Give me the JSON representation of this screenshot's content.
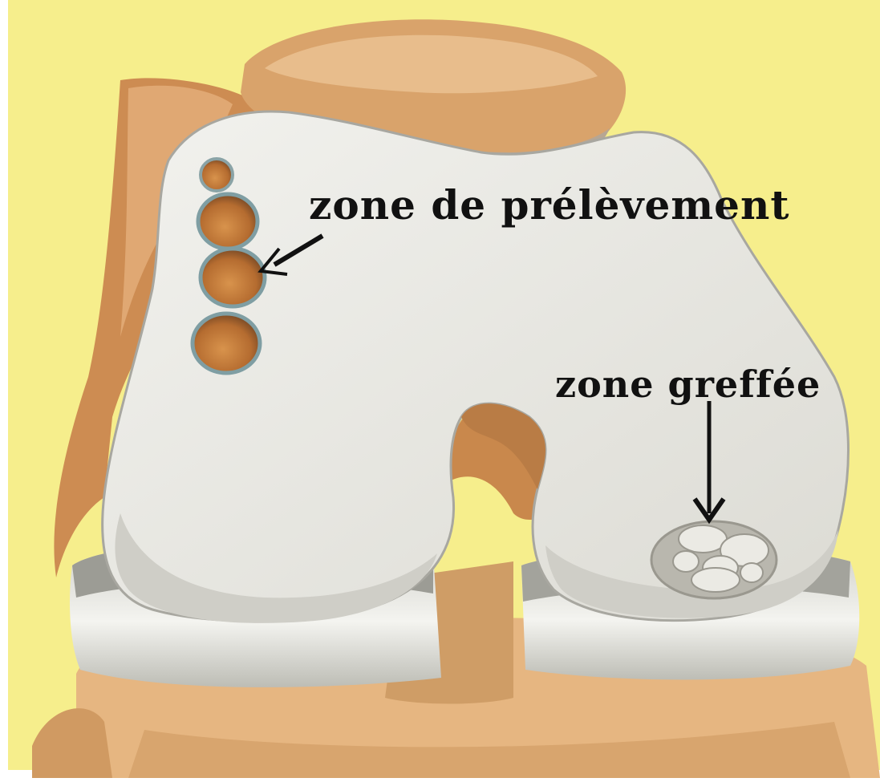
{
  "labels": {
    "harvest_zone": "zone de prélèvement",
    "grafted_zone": "zone greffée"
  },
  "colors": {
    "background": "#f6ee8c",
    "cartilage": "#e9e8e2",
    "bone": "#d9a36b",
    "tissue": "#cd8c52",
    "meniscus": "#d5d5cf",
    "harvest_hole": "#c07838",
    "text": "#111111"
  },
  "icons": [
    "arrow-to-harvest-hole",
    "arrow-to-graft"
  ]
}
